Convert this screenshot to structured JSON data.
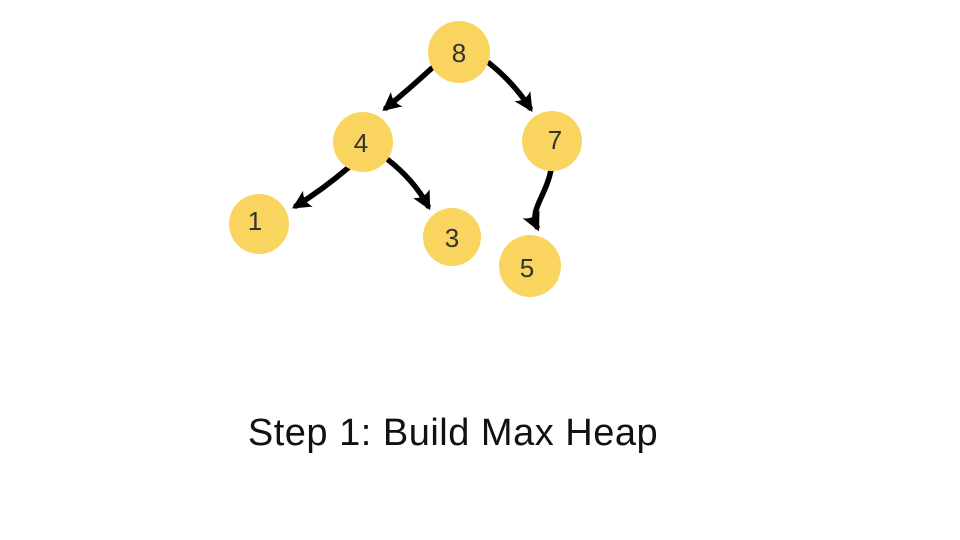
{
  "diagram": {
    "type": "binary-tree-max-heap",
    "caption": "Step 1: Build Max Heap",
    "node_fill": "#F9D45F",
    "node_text_color": "#333333",
    "edge_color": "#000000",
    "nodes": [
      {
        "id": "8",
        "label": "8"
      },
      {
        "id": "4",
        "label": "4"
      },
      {
        "id": "7",
        "label": "7"
      },
      {
        "id": "1",
        "label": "1"
      },
      {
        "id": "3",
        "label": "3"
      },
      {
        "id": "5",
        "label": "5"
      }
    ],
    "edges": [
      {
        "from": "8",
        "to": "4"
      },
      {
        "from": "8",
        "to": "7"
      },
      {
        "from": "4",
        "to": "1"
      },
      {
        "from": "4",
        "to": "3"
      },
      {
        "from": "7",
        "to": "5"
      }
    ]
  }
}
